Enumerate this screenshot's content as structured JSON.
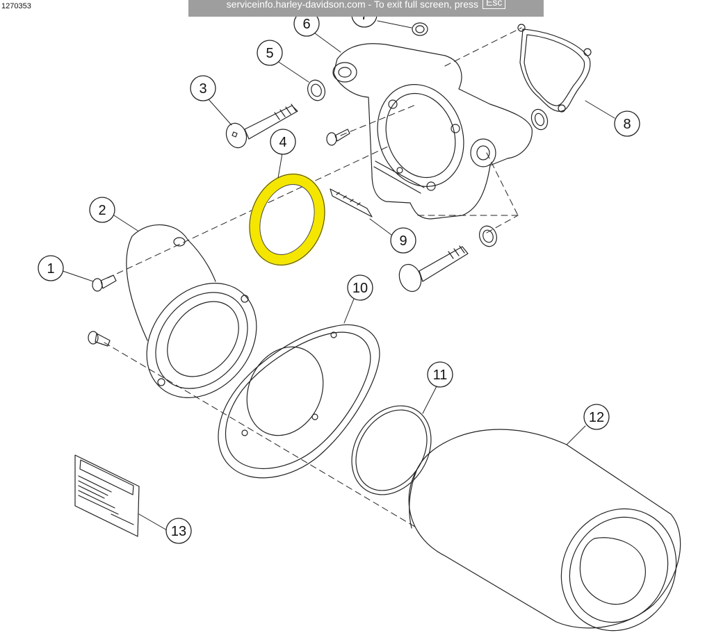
{
  "figure_id": "1270353",
  "banner": {
    "text": "serviceinfo.harley-davidson.com - To exit full screen, press",
    "key": "Esc"
  },
  "colors": {
    "highlight": "#f5e600",
    "line": "#222222",
    "banner": "#9e9e9e"
  },
  "highlighted_callout": "4",
  "callouts": [
    {
      "id": "c1",
      "label": "1"
    },
    {
      "id": "c2",
      "label": "2"
    },
    {
      "id": "c3",
      "label": "3"
    },
    {
      "id": "c4",
      "label": "4"
    },
    {
      "id": "c5",
      "label": "5"
    },
    {
      "id": "c6",
      "label": "6"
    },
    {
      "id": "c7",
      "label": "7"
    },
    {
      "id": "c8",
      "label": "8"
    },
    {
      "id": "c9",
      "label": "9"
    },
    {
      "id": "c10",
      "label": "10"
    },
    {
      "id": "c11",
      "label": "11"
    },
    {
      "id": "c12",
      "label": "12"
    },
    {
      "id": "c13",
      "label": "13"
    }
  ]
}
